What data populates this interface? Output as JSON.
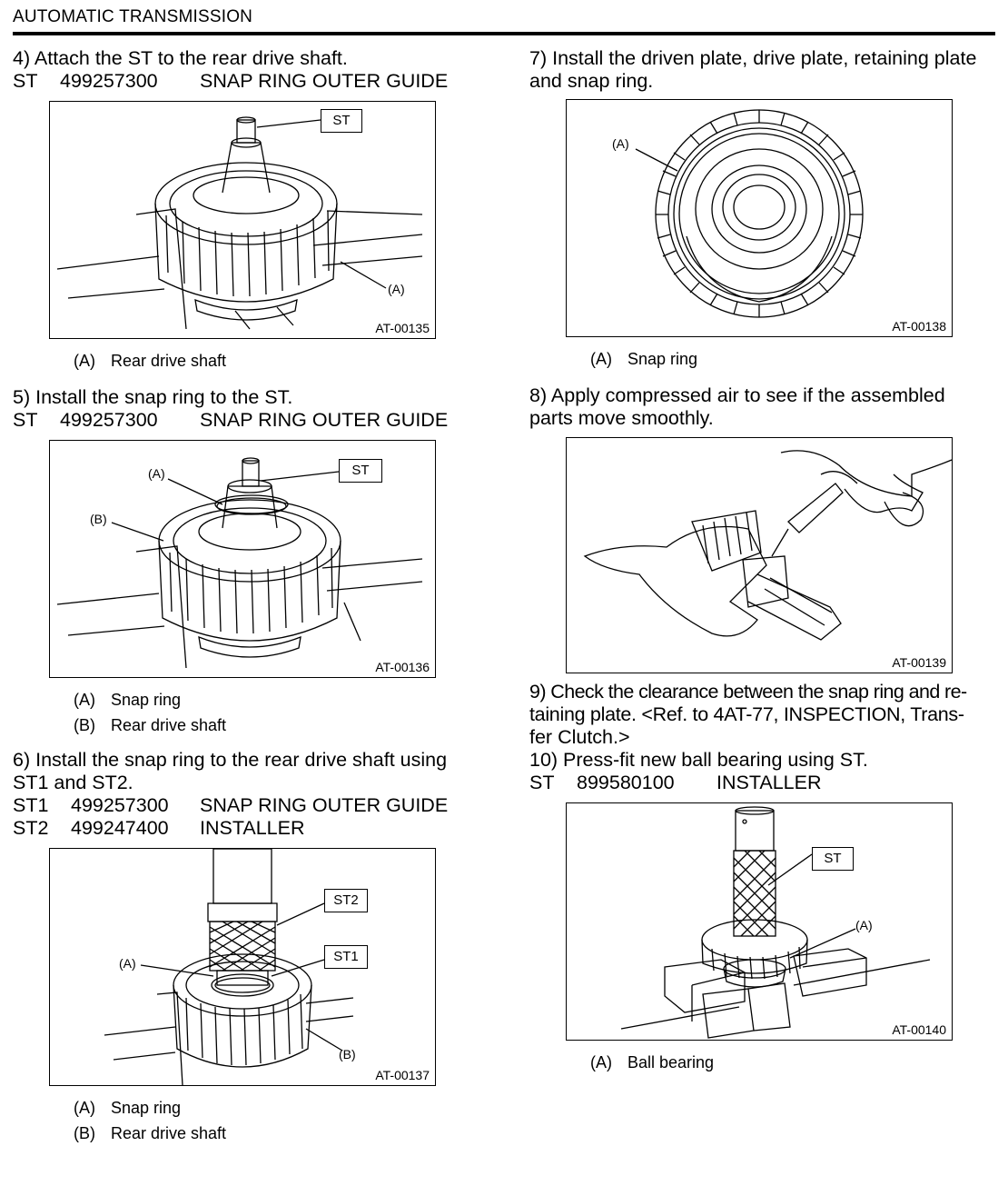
{
  "header": {
    "title": "AUTOMATIC TRANSMISSION"
  },
  "steps": {
    "s4": {
      "text": "4) Attach the ST to the rear drive shaft.",
      "st": [
        {
          "code": "ST",
          "num": "499257300",
          "name": "SNAP RING OUTER GUIDE"
        }
      ],
      "figure": {
        "id": "AT-00135",
        "labels": {
          "st": "ST",
          "a": "(A)"
        }
      },
      "legend": [
        {
          "key": "(A)",
          "text": "Rear drive shaft"
        }
      ]
    },
    "s5": {
      "text": "5) Install the snap ring to the ST.",
      "st": [
        {
          "code": "ST",
          "num": "499257300",
          "name": "SNAP RING OUTER GUIDE"
        }
      ],
      "figure": {
        "id": "AT-00136",
        "labels": {
          "st": "ST",
          "a": "(A)",
          "b": "(B)"
        }
      },
      "legend": [
        {
          "key": "(A)",
          "text": "Snap ring"
        },
        {
          "key": "(B)",
          "text": "Rear drive shaft"
        }
      ]
    },
    "s6": {
      "text_line1": "6) Install the snap ring to the rear drive shaft using",
      "text_line2": "ST1 and ST2.",
      "st": [
        {
          "code": "ST1",
          "num": "499257300",
          "name": "SNAP RING OUTER GUIDE"
        },
        {
          "code": "ST2",
          "num": "499247400",
          "name": "INSTALLER"
        }
      ],
      "figure": {
        "id": "AT-00137",
        "labels": {
          "st2": "ST2",
          "st1": "ST1",
          "a": "(A)",
          "b": "(B)"
        }
      },
      "legend": [
        {
          "key": "(A)",
          "text": "Snap ring"
        },
        {
          "key": "(B)",
          "text": "Rear drive shaft"
        }
      ]
    },
    "s7": {
      "text_line1": "7) Install the driven plate, drive plate, retaining plate",
      "text_line2": "and snap ring.",
      "figure": {
        "id": "AT-00138",
        "labels": {
          "a": "(A)"
        }
      },
      "legend": [
        {
          "key": "(A)",
          "text": "Snap ring"
        }
      ]
    },
    "s8": {
      "text_line1": "8) Apply compressed air to see if the assembled",
      "text_line2": "parts move smoothly.",
      "figure": {
        "id": "AT-00139"
      }
    },
    "s9": {
      "line1": "9) Check the clearance between the snap ring and re-",
      "line2": "taining plate. <Ref. to 4AT-77, INSPECTION, Trans-",
      "line3": "fer Clutch.>"
    },
    "s10": {
      "text": "10) Press-fit new ball bearing using ST.",
      "st": [
        {
          "code": "ST",
          "num": "899580100",
          "name": "INSTALLER"
        }
      ],
      "figure": {
        "id": "AT-00140",
        "labels": {
          "st": "ST",
          "a": "(A)"
        }
      },
      "legend": [
        {
          "key": "(A)",
          "text": "Ball bearing"
        }
      ]
    }
  }
}
